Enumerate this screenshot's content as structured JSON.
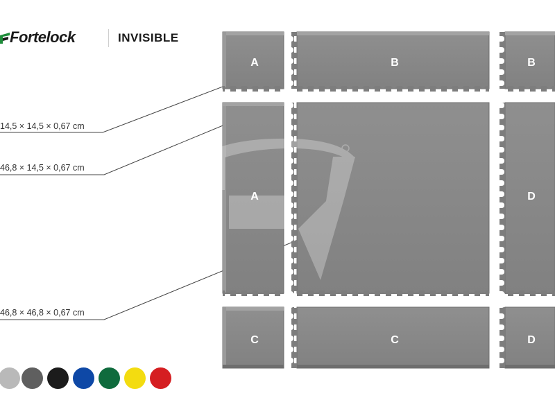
{
  "brand": {
    "name": "Fortelock",
    "product": "INVISIBLE",
    "accent": "#1e8c3a"
  },
  "dimensions": [
    {
      "label": "14,5 × 14,5 × 0,67 cm"
    },
    {
      "label": "46,8 × 14,5 × 0,67 cm"
    },
    {
      "label": "46,8 × 46,8 × 0,67 cm"
    }
  ],
  "tiles": {
    "A_top": "A",
    "B_top": "B",
    "B_right": "B",
    "A_left": "A",
    "D_right": "D",
    "C_bottom_left": "C",
    "C_bottom_mid": "C",
    "D_bottom_right": "D"
  },
  "tile_color": "#8a8a8a",
  "colors": [
    {
      "name": "light-grey",
      "hex": "#b9b9b9"
    },
    {
      "name": "dark-grey",
      "hex": "#5f5f5f"
    },
    {
      "name": "black",
      "hex": "#1b1b1b"
    },
    {
      "name": "blue",
      "hex": "#0e48a6"
    },
    {
      "name": "green",
      "hex": "#0f6b3d"
    },
    {
      "name": "yellow",
      "hex": "#f3dc10"
    },
    {
      "name": "red",
      "hex": "#d51e21"
    }
  ]
}
